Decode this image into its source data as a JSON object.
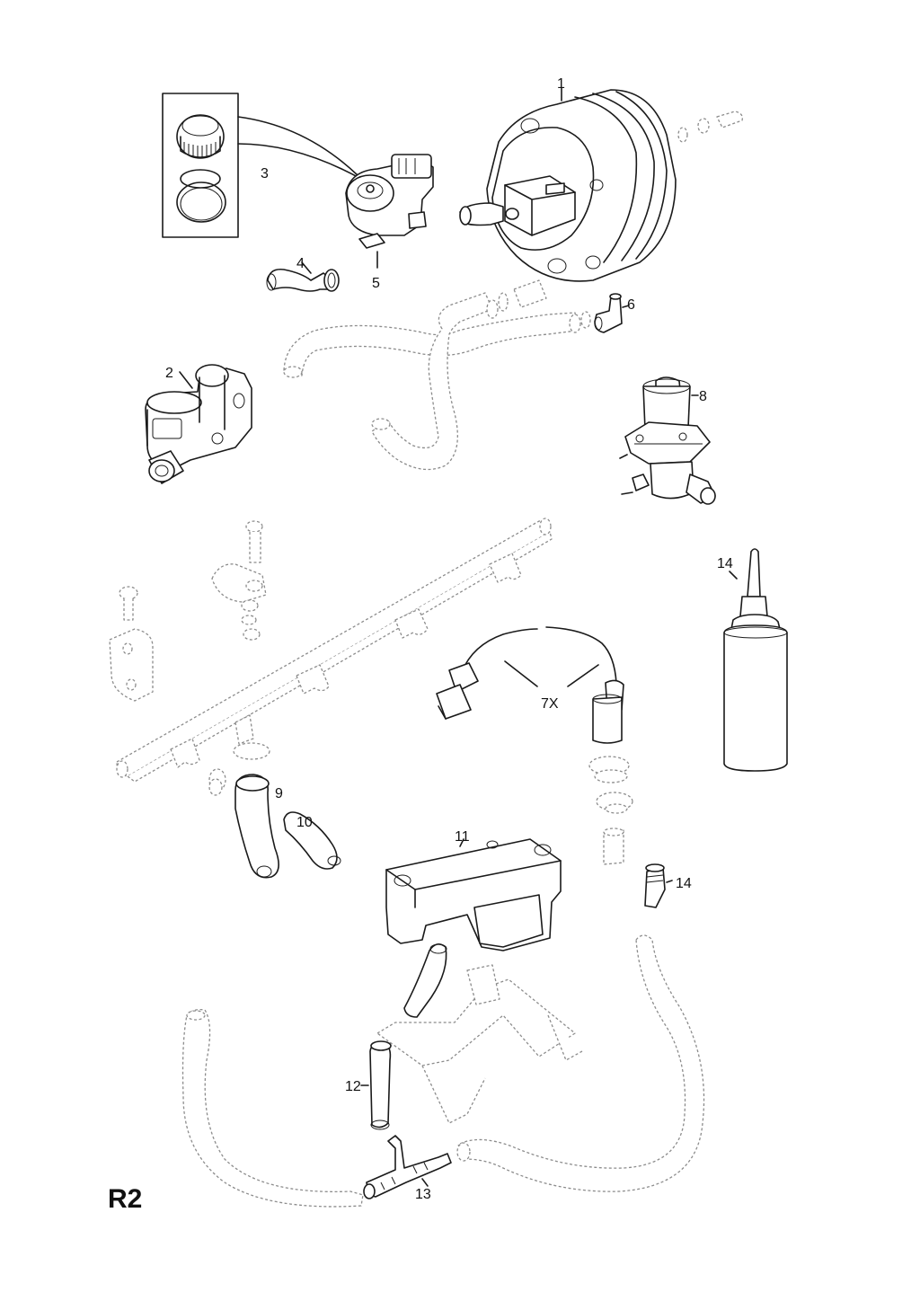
{
  "page_code": "R2",
  "callouts": {
    "c1": "1",
    "c2": "2",
    "c3": "3",
    "c4": "4",
    "c5": "5",
    "c6": "6",
    "c7": "7X",
    "c8": "8",
    "c9": "9",
    "c10": "10",
    "c11": "11",
    "c12": "12",
    "c13": "13",
    "c14a": "14",
    "c14b": "14"
  }
}
